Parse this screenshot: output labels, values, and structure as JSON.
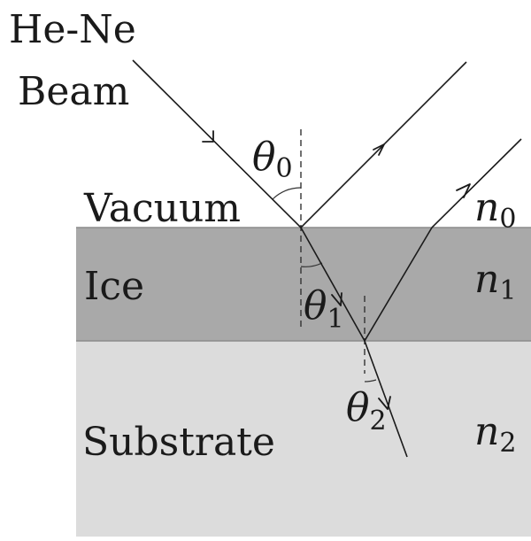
{
  "labels": {
    "beam_line1": "He-Ne",
    "beam_line2": "Beam",
    "vacuum": "Vacuum",
    "ice": "Ice",
    "substrate": "Substrate"
  },
  "indices": {
    "n0": {
      "symbol": "n",
      "sub": "0"
    },
    "n1": {
      "symbol": "n",
      "sub": "1"
    },
    "n2": {
      "symbol": "n",
      "sub": "2"
    }
  },
  "angles": {
    "theta0": {
      "symbol": "θ",
      "sub": "0"
    },
    "theta1": {
      "symbol": "θ",
      "sub": "1"
    },
    "theta2": {
      "symbol": "θ",
      "sub": "2"
    }
  },
  "colors": {
    "ice_layer": "#a9a9a9",
    "substrate_layer": "#dcdcdc",
    "layer_edge": "#8c8c8c",
    "background": "#ffffff"
  }
}
